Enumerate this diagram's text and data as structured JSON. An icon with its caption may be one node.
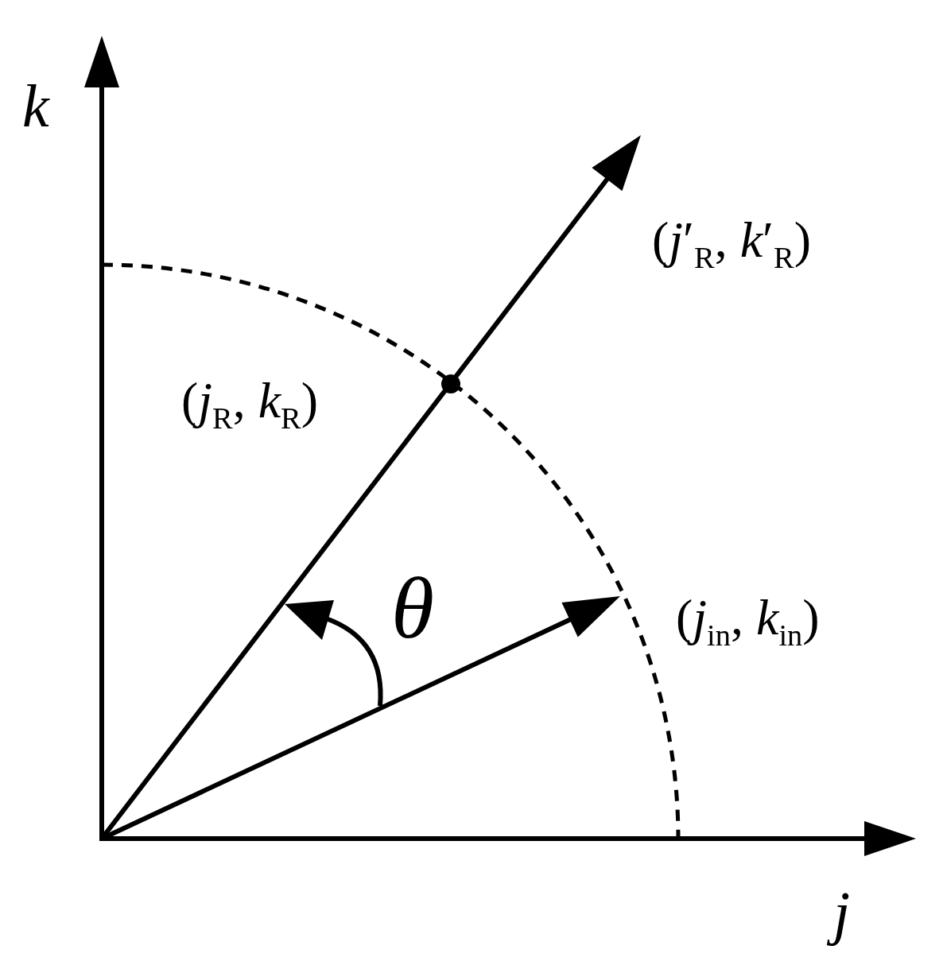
{
  "diagram": {
    "labels": [
      "k",
      "(*j*′$_{R}$, *k*′$_{R}$)",
      "(*j*$_{R}$, *k*$_{R}$)",
      "θ",
      "(*j*$_{in}$, *k*$_{in}$)",
      "j"
    ]
  }
}
